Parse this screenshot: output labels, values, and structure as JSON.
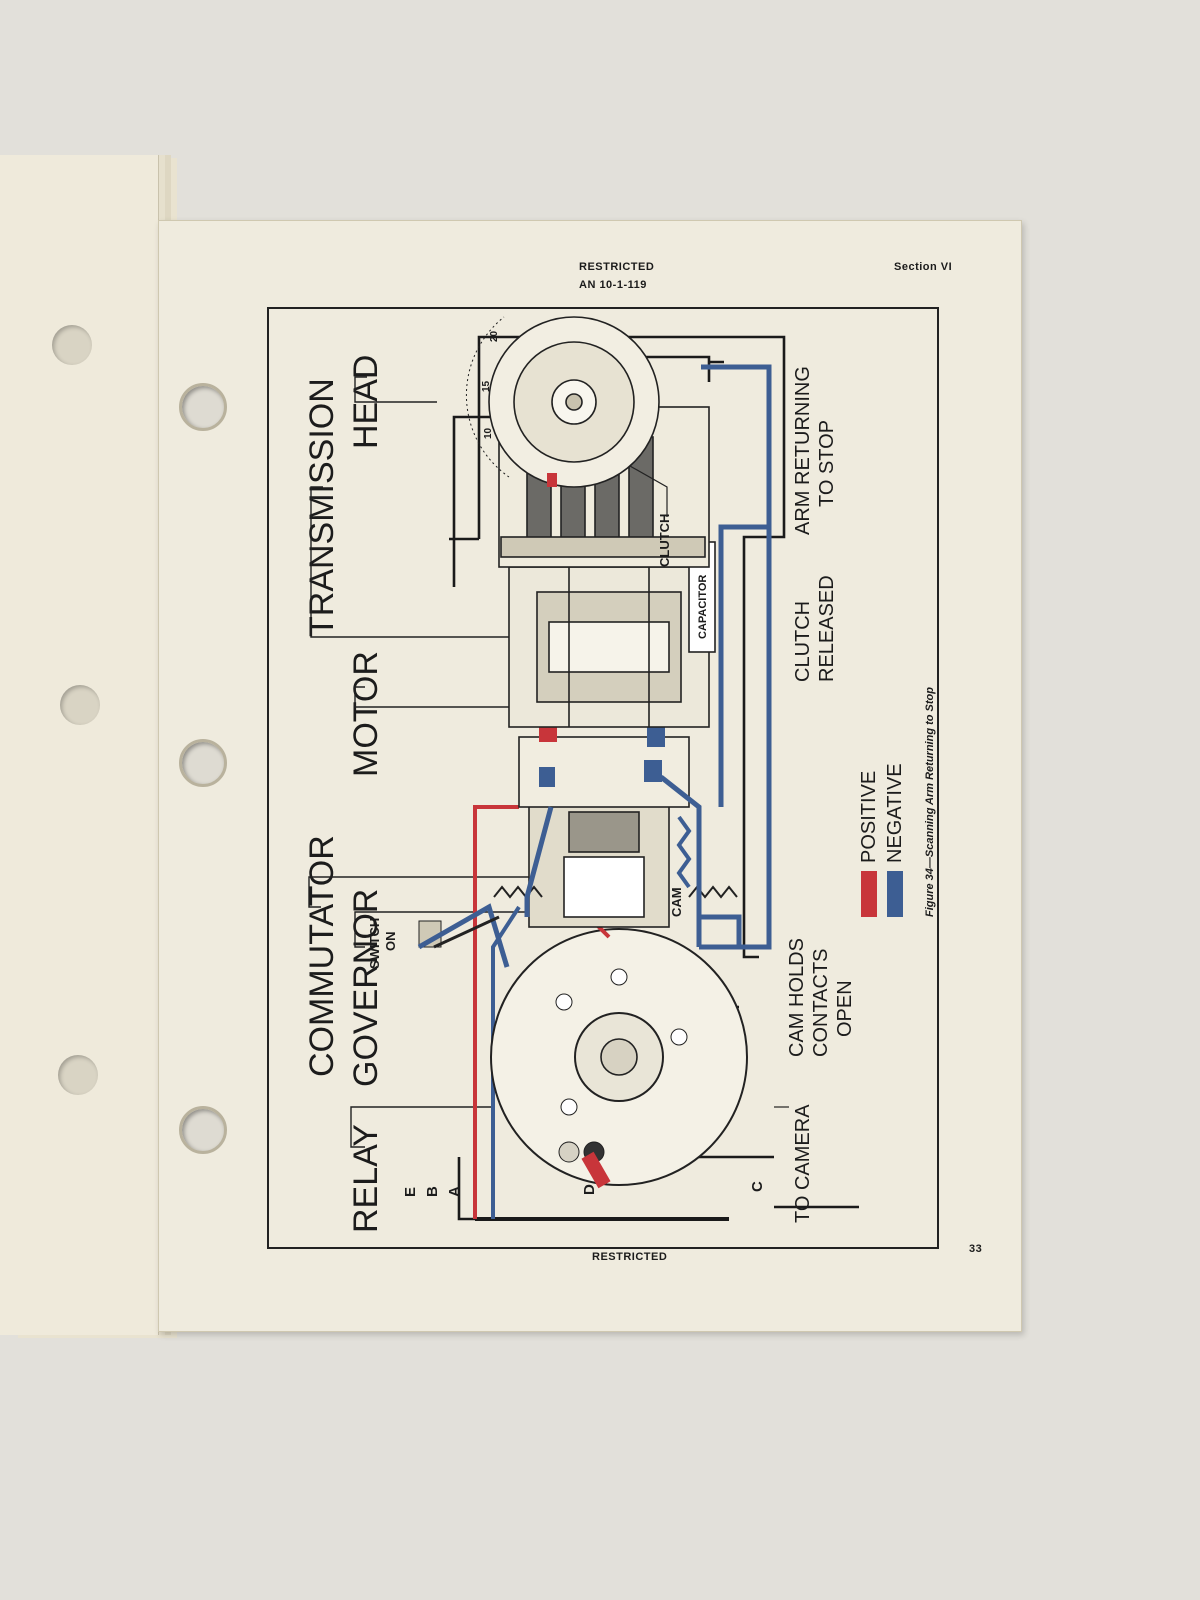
{
  "header": {
    "classification": "RESTRICTED",
    "doc_number": "AN 10-1-119",
    "section": "Section VI"
  },
  "footer": {
    "classification": "RESTRICTED",
    "page_number": "33"
  },
  "figure": {
    "caption": "Figure 34—Scanning Arm Returning to Stop",
    "labels": {
      "relay": "RELAY",
      "governor": "GOVERNOR",
      "commutator": "COMMUTATOR",
      "motor": "MOTOR",
      "transmission": "TRANSMISSION",
      "head": "HEAD",
      "clutch": "CLUTCH",
      "capacitor": "CAPACITOR",
      "switch_on_1": "SWITCH",
      "switch_on_2": "ON",
      "cam": "CAM",
      "to_camera": "TO CAMERA",
      "cam_holds_1": "CAM HOLDS",
      "cam_holds_2": "CONTACTS",
      "cam_holds_3": "OPEN",
      "clutch_released_1": "CLUTCH",
      "clutch_released_2": "RELEASED",
      "arm_returning_1": "ARM RETURNING",
      "arm_returning_2": "TO STOP"
    },
    "wire_labels": {
      "e": "E",
      "b": "B",
      "a": "A",
      "d": "D",
      "c": "C"
    },
    "dial_numbers": {
      "n10": "10",
      "n15": "15",
      "n20": "20"
    },
    "legend": {
      "positive": {
        "label": "POSITIVE",
        "color": "#c8353a"
      },
      "negative": {
        "label": "NEGATIVE",
        "color": "#3d5e93"
      }
    }
  }
}
